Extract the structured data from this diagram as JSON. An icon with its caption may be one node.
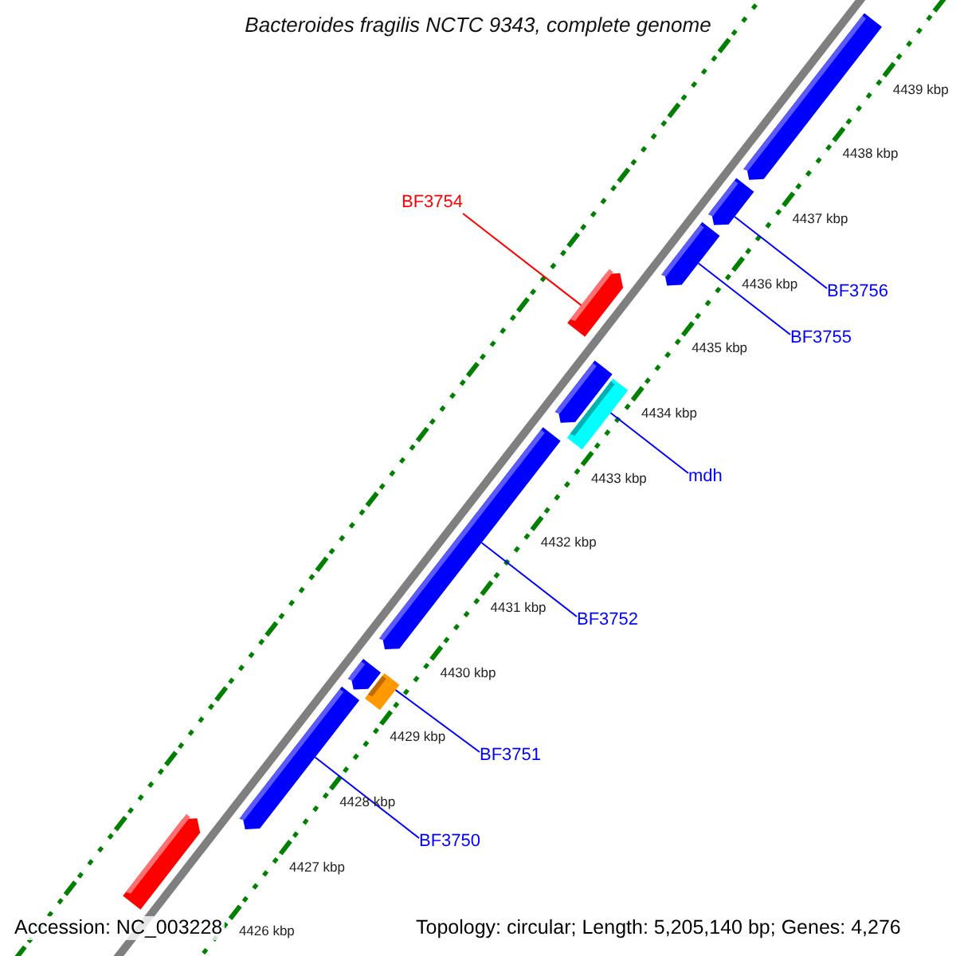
{
  "diagram": {
    "title": "Bacteroides fragilis NCTC 9343, complete genome",
    "nodes": [
      {
        "text": [
          "BF3754"
        ]
      },
      {
        "text": [
          "BF3756"
        ]
      },
      {
        "text": [
          "BF3755"
        ]
      },
      {
        "text": [
          "mdh"
        ]
      },
      {
        "text": [
          "BF3752"
        ]
      },
      {
        "text": [
          "BF3751"
        ]
      },
      {
        "text": [
          "BF3750"
        ]
      },
      {
        "text": [],
        "shape": "bar"
      },
      {
        "text": [],
        "shape": "bar"
      },
      {
        "text": [],
        "shape": "bar"
      },
      {
        "text": [],
        "shape": "bar"
      },
      {
        "text": [],
        "shape": "bar"
      },
      {
        "text": [],
        "shape": "bar"
      },
      {
        "text": [],
        "shape": "bar"
      },
      {
        "text": [],
        "shape": "bar"
      },
      {
        "text": [],
        "shape": "bar"
      },
      {
        "text": [],
        "shape": "bar"
      },
      {
        "text": [],
        "shape": "bar"
      }
    ],
    "edges": [
      {
        "from": 0,
        "to": 10,
        "arrow": "none",
        "color": "#ff0000"
      },
      {
        "from": 1,
        "to": 8,
        "arrow": "none"
      },
      {
        "from": 2,
        "to": 9,
        "arrow": "none"
      },
      {
        "from": 3,
        "to": 12,
        "arrow": "none"
      },
      {
        "from": 4,
        "to": 13,
        "arrow": "none"
      },
      {
        "from": 5,
        "to": 15,
        "arrow": "none"
      },
      {
        "from": 6,
        "to": 16,
        "arrow": "none"
      }
    ],
    "labels": [
      "4439 kbp",
      "4438 kbp",
      "4437 kbp",
      "4436 kbp",
      "4435 kbp",
      "4434 kbp",
      "4433 kbp",
      "4432 kbp",
      "4431 kbp",
      "4430 kbp",
      "4429 kbp",
      "4428 kbp",
      "4427 kbp",
      "4426 kbp",
      "Accession: NC_003228",
      "Topology: circular; Length: 5,205,140 bp; Genes: 4,276"
    ]
  }
}
